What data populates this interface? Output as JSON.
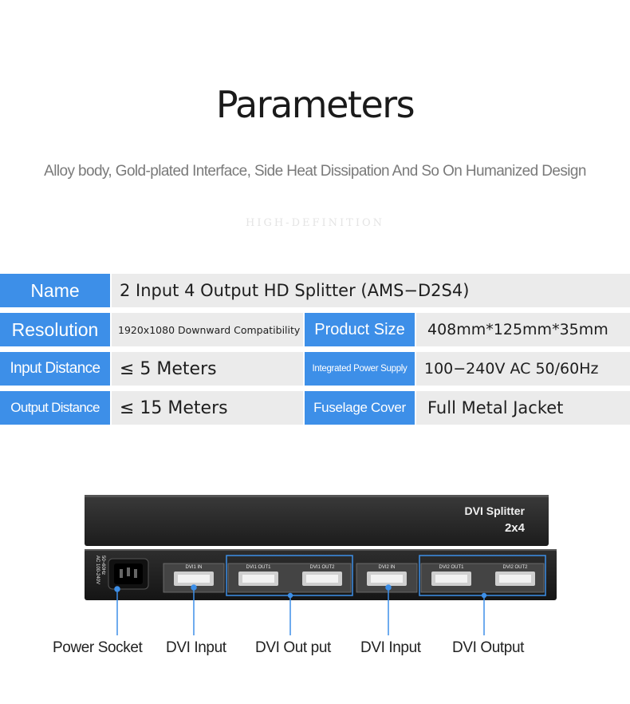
{
  "header": {
    "title": "Parameters",
    "subtitle": "Alloy body, Gold-plated Interface, Side Heat Dissipation And So On Humanized Design",
    "watermark": "HIGH-DEFINITION"
  },
  "specs": {
    "name_label": "Name",
    "name_value": "2 Input 4 Output HD Splitter (AMS−D2S4)",
    "resolution_label": "Resolution",
    "resolution_value": "1920x1080 Downward Compatibility",
    "product_size_label": "Product Size",
    "product_size_value": "408mm*125mm*35mm",
    "input_distance_label": "Input Distance",
    "input_distance_value": "≤ 5 Meters",
    "power_label": "Integrated Power Supply",
    "power_value": "100−240V AC 50/60Hz",
    "output_distance_label": "Output Distance",
    "output_distance_value": "≤ 15 Meters",
    "cover_label": "Fuselage Cover",
    "cover_value": "Full Metal Jacket"
  },
  "device": {
    "brand_line1": "DVI Splitter",
    "brand_line2": "2x4",
    "power_rating_1": "AC 100-240V",
    "power_rating_2": "50~60Hz",
    "port_dvi1_in": "DVI1 IN",
    "port_dvi1_out1": "DVI1 OUT1",
    "port_dvi1_out2": "DVI1 OUT2",
    "port_dvi2_in": "DVI2 IN",
    "port_dvi2_out1": "DVI2 OUT1",
    "port_dvi2_out2": "DVI2 OUT2"
  },
  "captions": {
    "power_socket": "Power Socket",
    "dvi_input_1": "DVI Input",
    "dvi_output_1": "DVI Out put",
    "dvi_input_2": "DVI Input",
    "dvi_output_2": "DVI Output"
  },
  "colors": {
    "accent": "#3d8fe8",
    "value_bg": "#ebebeb",
    "device_body": "#2a2a2a"
  }
}
